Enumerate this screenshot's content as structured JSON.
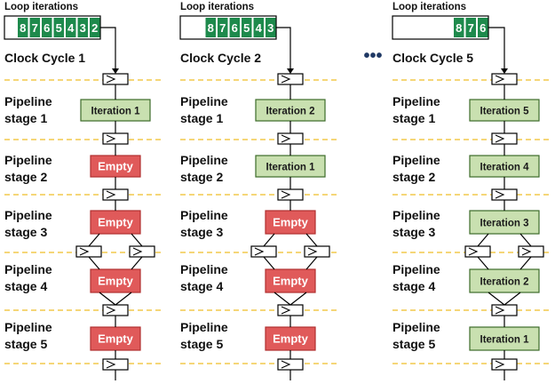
{
  "colors": {
    "cell_green": "#1e8a4c",
    "iteration_fill": "#c9e0b0",
    "iteration_border": "#3d6b2a",
    "empty_fill": "#e05a5a",
    "empty_border": "#b03030",
    "divider": "#f2c94c",
    "line": "#000000"
  },
  "stage_lines": [
    [
      "Pipeline",
      "stage 1"
    ],
    [
      "Pipeline",
      "stage 2"
    ],
    [
      "Pipeline",
      "stage 3"
    ],
    [
      "Pipeline",
      "stage 4"
    ],
    [
      "Pipeline",
      "stage 5"
    ]
  ],
  "ellipsis": "•••",
  "columns": [
    {
      "loop_label": "Loop iterations",
      "cycle_label": "Clock Cycle 1",
      "queue_slots": 8,
      "queue": [
        "8",
        "7",
        "6",
        "5",
        "4",
        "3",
        "2"
      ],
      "stages": [
        {
          "kind": "iteration",
          "text": "Iteration 1"
        },
        {
          "kind": "empty",
          "text": "Empty"
        },
        {
          "kind": "empty",
          "text": "Empty"
        },
        {
          "kind": "empty",
          "text": "Empty"
        },
        {
          "kind": "empty",
          "text": "Empty"
        }
      ]
    },
    {
      "loop_label": "Loop iterations",
      "cycle_label": "Clock Cycle 2",
      "queue_slots": 8,
      "queue": [
        "8",
        "7",
        "6",
        "5",
        "4",
        "3"
      ],
      "stages": [
        {
          "kind": "iteration",
          "text": "Iteration 2"
        },
        {
          "kind": "iteration",
          "text": "Iteration 1"
        },
        {
          "kind": "empty",
          "text": "Empty"
        },
        {
          "kind": "empty",
          "text": "Empty"
        },
        {
          "kind": "empty",
          "text": "Empty"
        }
      ]
    },
    {
      "loop_label": "Loop iterations",
      "cycle_label": "Clock Cycle 5",
      "queue_slots": 8,
      "queue": [
        "8",
        "7",
        "6"
      ],
      "stages": [
        {
          "kind": "iteration",
          "text": "Iteration 5"
        },
        {
          "kind": "iteration",
          "text": "Iteration 4"
        },
        {
          "kind": "iteration",
          "text": "Iteration 3"
        },
        {
          "kind": "iteration",
          "text": "Iteration 2"
        },
        {
          "kind": "iteration",
          "text": "Iteration 1"
        }
      ]
    }
  ]
}
